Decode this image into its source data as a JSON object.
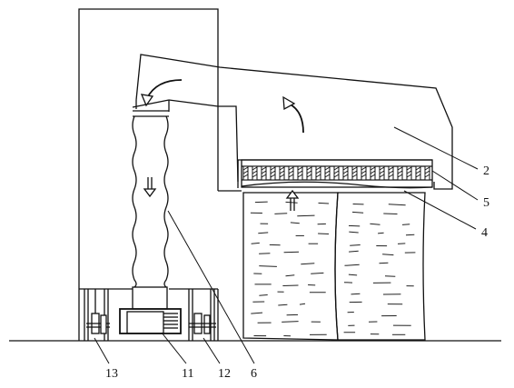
{
  "callouts": {
    "c2": "2",
    "c5": "5",
    "c4": "4",
    "c6": "6",
    "c11": "11",
    "c12": "12",
    "c13": "13"
  }
}
